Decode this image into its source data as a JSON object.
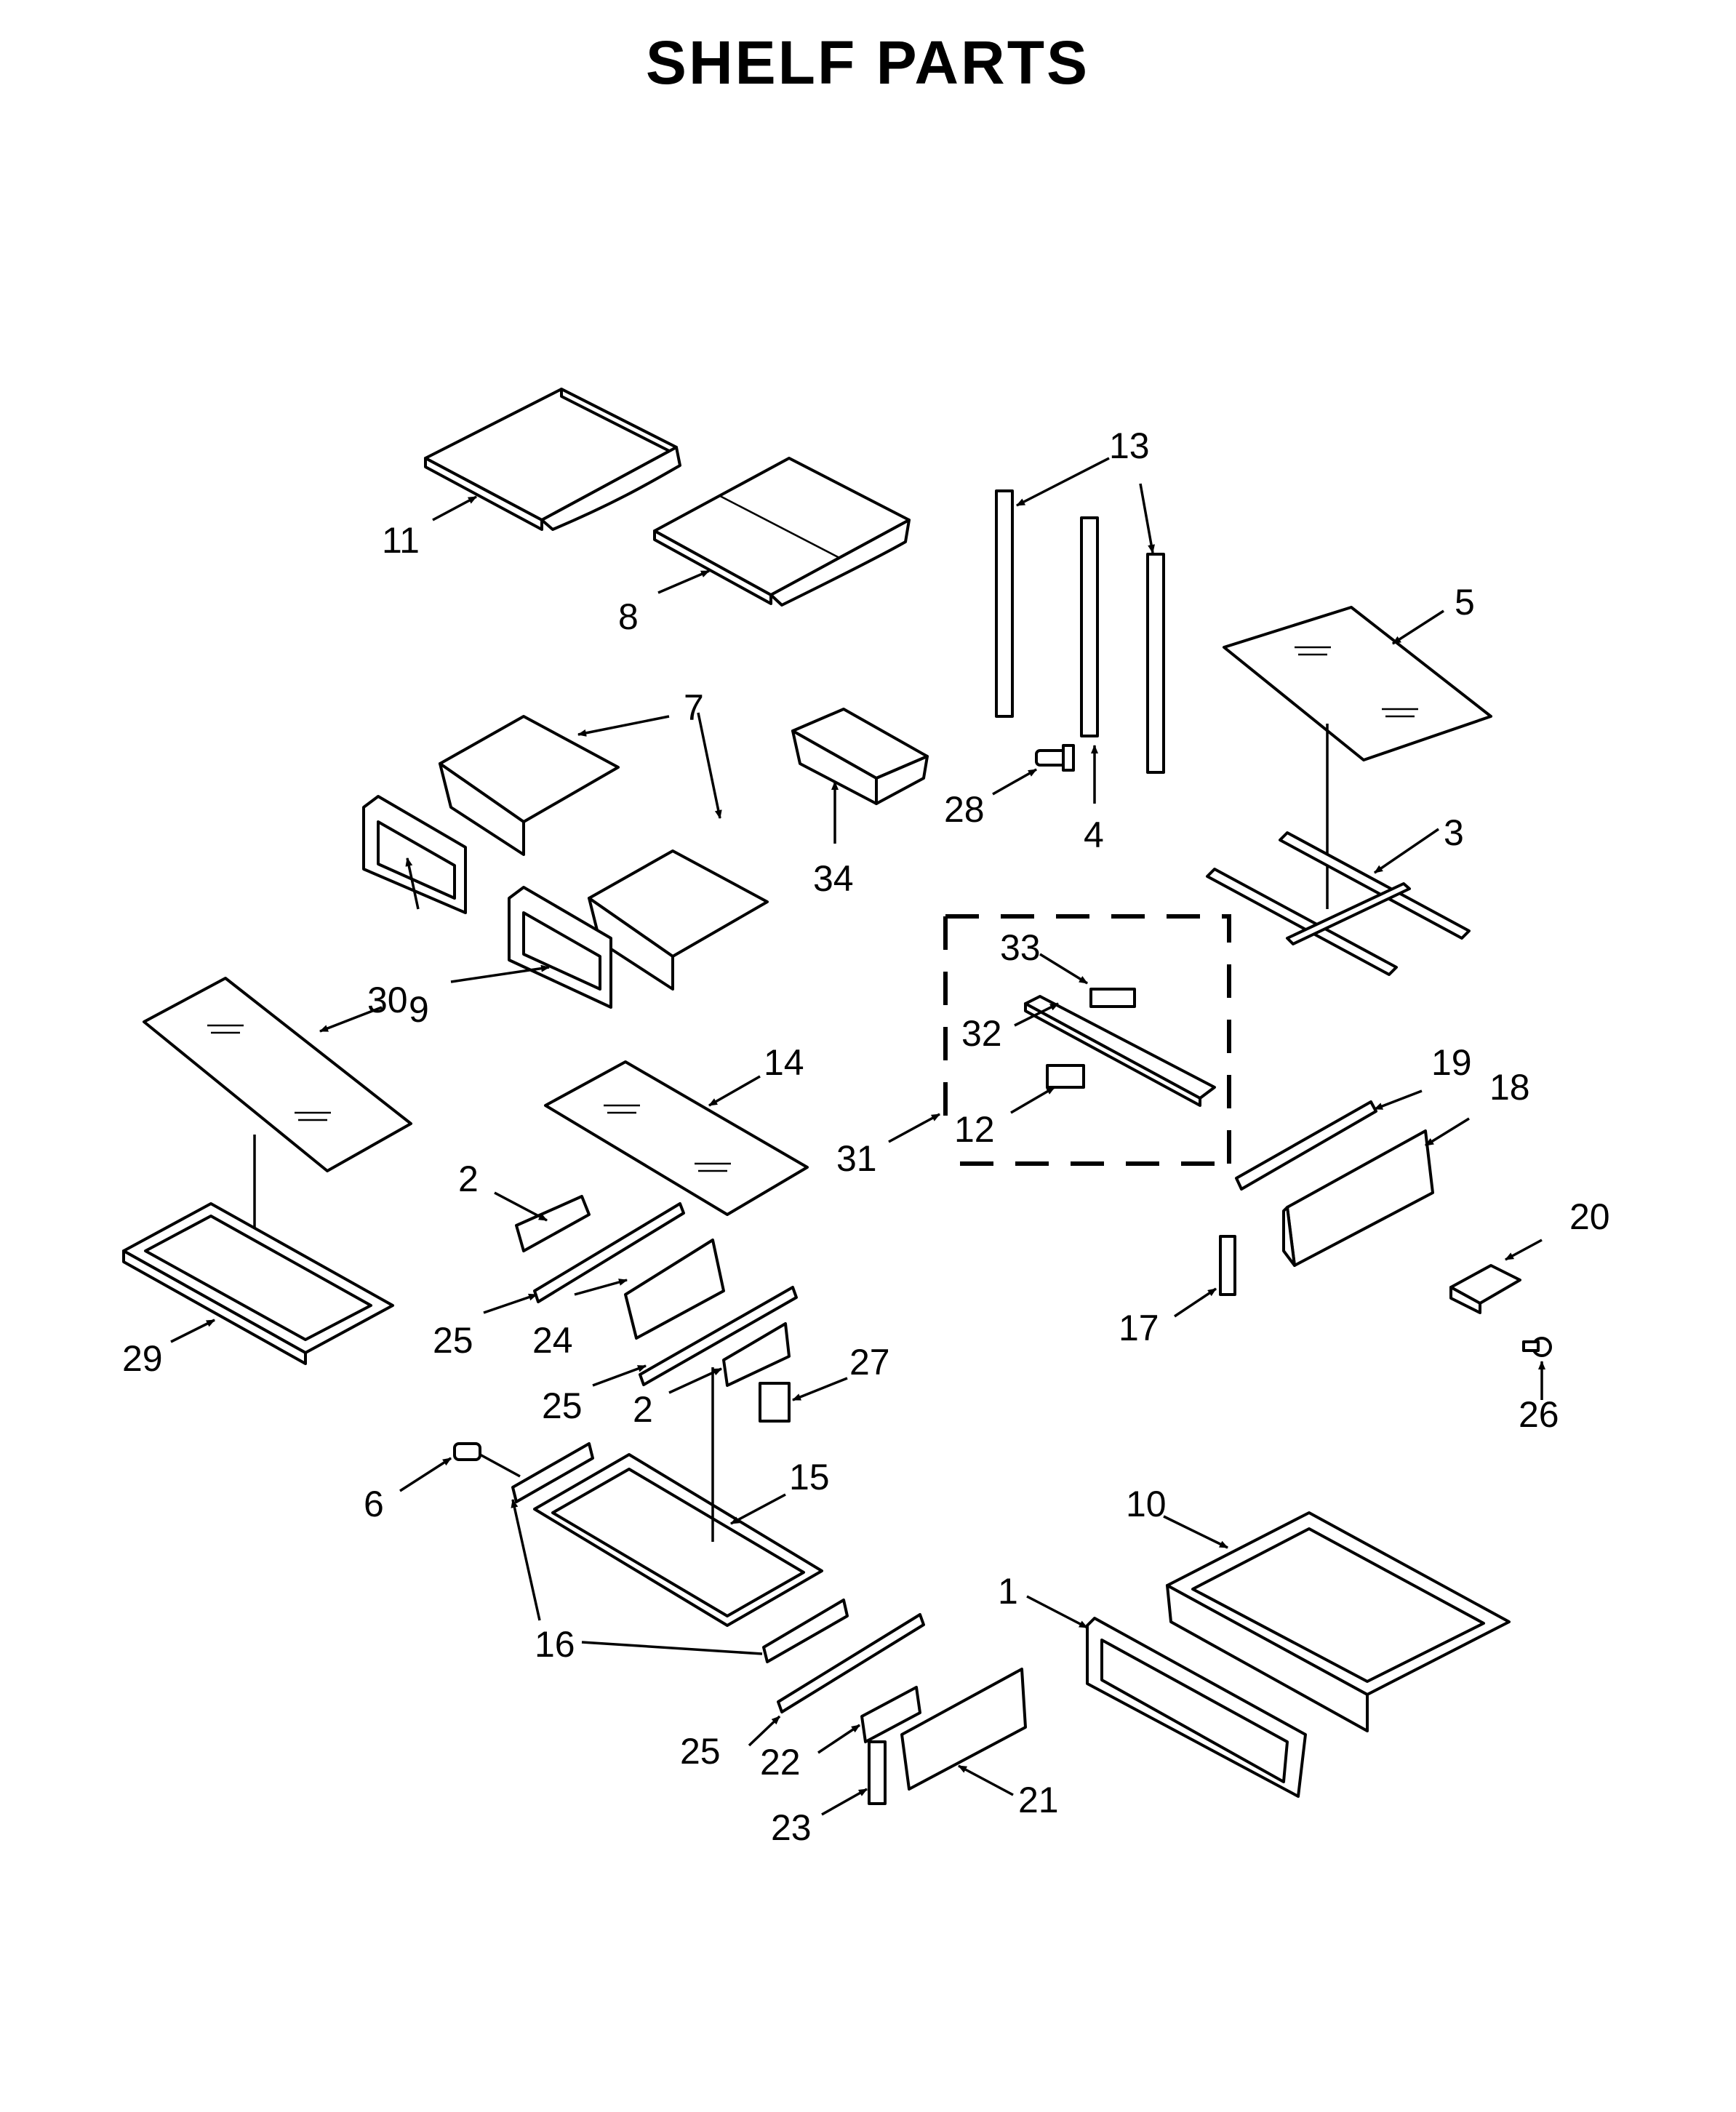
{
  "title": "SHELF PARTS",
  "callouts": [
    "1",
    "2",
    "3",
    "4",
    "5",
    "6",
    "7",
    "8",
    "9",
    "10",
    "11",
    "12",
    "13",
    "14",
    "15",
    "16",
    "17",
    "18",
    "19",
    "20",
    "21",
    "22",
    "23",
    "24",
    "25",
    "26",
    "27",
    "28",
    "29",
    "30",
    "31",
    "32",
    "33",
    "34"
  ]
}
